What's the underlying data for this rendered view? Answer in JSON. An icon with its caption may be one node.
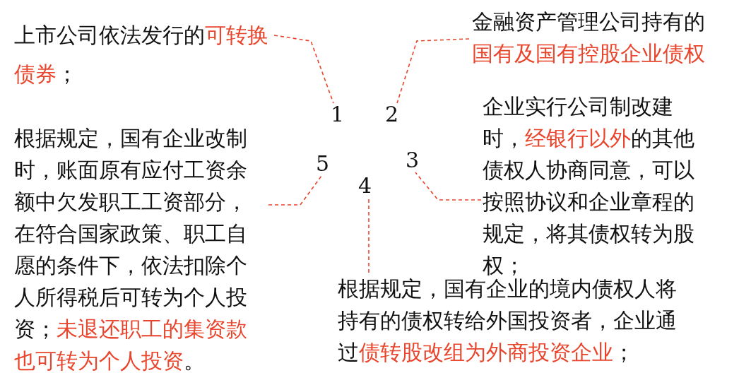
{
  "diagram": {
    "nodes": [
      {
        "text": [
          "上市公司依法发行的**可转换债券**；"
        ]
      },
      {
        "text": [
          "金融资产管理公司持有的**国有及国有控股企业债权**"
        ]
      },
      {
        "text": [
          "企业实行公司制改建时，**经银行以外**的其他债权人协商同意，可以按照协议和企业章程的规定，将其债权转为股权；"
        ]
      },
      {
        "text": [
          "根据规定，国有企业的境内债权人将持有的债权转给外国投资者，企业通过**债转股改组为外商投资企业**；"
        ]
      },
      {
        "text": [
          "根据规定，国有企业改制时，账面原有应付工资余额中欠发职工工资部分，在符合国家政策、职工自愿的条件下，依法扣除个人所得税后可转为个人投资；**未退还职工的集资款也可转为个人投资**。"
        ]
      },
      {
        "text": [
          "1"
        ]
      },
      {
        "text": [
          "2"
        ]
      },
      {
        "text": [
          "3"
        ]
      },
      {
        "text": [
          "4"
        ]
      },
      {
        "text": [
          "5"
        ]
      }
    ],
    "edges": [
      {
        "from": 0,
        "to": 5,
        "arrow": "none",
        "style": "dashed",
        "color": "#e8452c"
      },
      {
        "from": 1,
        "to": 6,
        "arrow": "none",
        "style": "dashed",
        "color": "#e8452c"
      },
      {
        "from": 2,
        "to": 7,
        "arrow": "none",
        "style": "dashed",
        "color": "#e8452c"
      },
      {
        "from": 3,
        "to": 8,
        "arrow": "none",
        "style": "dashed",
        "color": "#e8452c"
      },
      {
        "from": 4,
        "to": 9,
        "arrow": "none",
        "style": "dashed",
        "color": "#e8452c"
      }
    ]
  }
}
